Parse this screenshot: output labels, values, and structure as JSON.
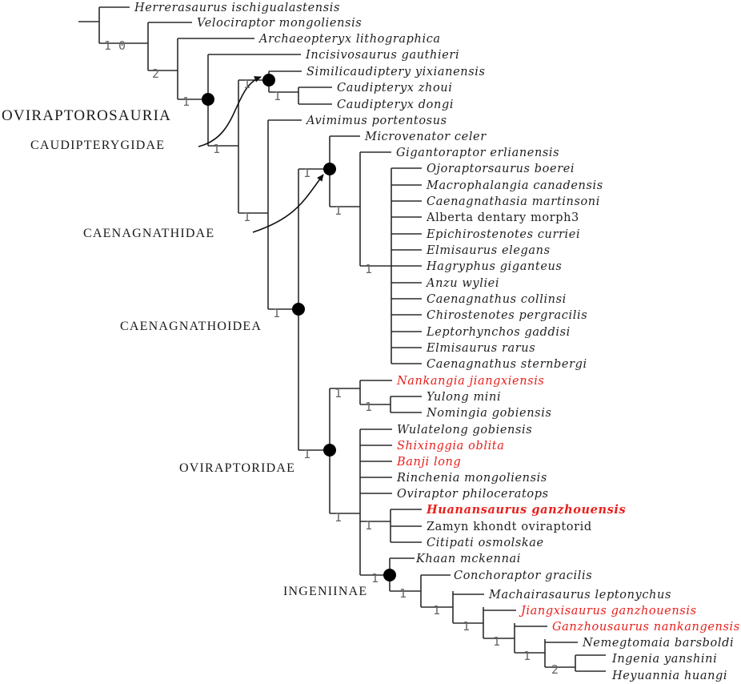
{
  "figure": {
    "type": "phylogenetic-tree",
    "colors": {
      "line": "#2b2b2b",
      "highlight": "#e8201c",
      "text": "#1e1e1e",
      "support": "#666666"
    }
  },
  "taxa": [
    {
      "id": "herrerasaurus",
      "label": "Herrerasaurus ischigualastensis",
      "italic": true,
      "color": "black"
    },
    {
      "id": "velociraptor",
      "label": "Velociraptor mongoliensis",
      "italic": true,
      "color": "black"
    },
    {
      "id": "archaeopteryx",
      "label": "Archaeopteryx lithographica",
      "italic": true,
      "color": "black"
    },
    {
      "id": "incisivosaurus",
      "label": "Incisivosaurus gauthieri",
      "italic": true,
      "color": "black"
    },
    {
      "id": "similicaudipteryx",
      "label": "Similicaudiptery yixianensis",
      "italic": true,
      "color": "black"
    },
    {
      "id": "caudipteryx-zhoui",
      "label": "Caudipteryx zhoui",
      "italic": true,
      "color": "black"
    },
    {
      "id": "caudipteryx-dongi",
      "label": "Caudipteryx dongi",
      "italic": true,
      "color": "black"
    },
    {
      "id": "avimimus",
      "label": "Avimimus portentosus",
      "italic": true,
      "color": "black"
    },
    {
      "id": "microvenator",
      "label": "Microvenator celer",
      "italic": true,
      "color": "black"
    },
    {
      "id": "gigantoraptor",
      "label": "Gigantoraptor erlianensis",
      "italic": true,
      "color": "black"
    },
    {
      "id": "ojoraptorsaurus",
      "label": "Ojoraptorsaurus boerei",
      "italic": true,
      "color": "black"
    },
    {
      "id": "macrophalangia",
      "label": "Macrophalangia canadensis",
      "italic": true,
      "color": "black"
    },
    {
      "id": "caenagnathasia",
      "label": "Caenagnathasia martinsoni",
      "italic": true,
      "color": "black"
    },
    {
      "id": "alberta-dentary",
      "label": "Alberta dentary morph3",
      "italic": false,
      "color": "black"
    },
    {
      "id": "epichirostenotes",
      "label": "Epichirostenotes curriei",
      "italic": true,
      "color": "black"
    },
    {
      "id": "elmisaurus-elegans",
      "label": "Elmisaurus elegans",
      "italic": true,
      "color": "black"
    },
    {
      "id": "hagryphus",
      "label": "Hagryphus giganteus",
      "italic": true,
      "color": "black"
    },
    {
      "id": "anzu",
      "label": "Anzu wyliei",
      "italic": true,
      "color": "black"
    },
    {
      "id": "caenagnathus-collinsi",
      "label": "Caenagnathus collinsi",
      "italic": true,
      "color": "black"
    },
    {
      "id": "chirostenotes",
      "label": "Chirostenotes pergracilis",
      "italic": true,
      "color": "black"
    },
    {
      "id": "leptorhynchos",
      "label": "Leptorhynchos gaddisi",
      "italic": true,
      "color": "black"
    },
    {
      "id": "elmisaurus-rarus",
      "label": "Elmisaurus rarus",
      "italic": true,
      "color": "black"
    },
    {
      "id": "caenagnathus-sternbergi",
      "label": "Caenagnathus sternbergi",
      "italic": true,
      "color": "black"
    },
    {
      "id": "nankangia",
      "label": "Nankangia jiangxiensis",
      "italic": true,
      "color": "red"
    },
    {
      "id": "yulong",
      "label": "Yulong mini",
      "italic": true,
      "color": "black"
    },
    {
      "id": "nomingia",
      "label": "Nomingia gobiensis",
      "italic": true,
      "color": "black"
    },
    {
      "id": "wulatelong",
      "label": "Wulatelong gobiensis",
      "italic": true,
      "color": "black"
    },
    {
      "id": "shixinggia",
      "label": "Shixinggia oblita",
      "italic": true,
      "color": "red"
    },
    {
      "id": "banji",
      "label": "Banji long",
      "italic": true,
      "color": "red"
    },
    {
      "id": "rinchenia",
      "label": "Rinchenia mongoliensis",
      "italic": true,
      "color": "black"
    },
    {
      "id": "oviraptor",
      "label": "Oviraptor philoceratops",
      "italic": true,
      "color": "black"
    },
    {
      "id": "huanansaurus",
      "label": "Huanansaurus ganzhouensis",
      "italic": true,
      "color": "red",
      "bold": true
    },
    {
      "id": "zamyn-khondt",
      "label": "Zamyn khondt oviraptorid",
      "italic": false,
      "color": "black"
    },
    {
      "id": "citipati",
      "label": "Citipati osmolskae",
      "italic": true,
      "color": "black"
    },
    {
      "id": "khaan",
      "label": "Khaan mckennai",
      "italic": true,
      "color": "black"
    },
    {
      "id": "conchoraptor",
      "label": "Conchoraptor gracilis",
      "italic": true,
      "color": "black"
    },
    {
      "id": "machairasaurus",
      "label": "Machairasaurus leptonychus",
      "italic": true,
      "color": "black"
    },
    {
      "id": "jiangxisaurus",
      "label": "Jiangxisaurus ganzhouensis",
      "italic": true,
      "color": "red"
    },
    {
      "id": "ganzhousaurus",
      "label": "Ganzhousaurus nankangensis",
      "italic": true,
      "color": "red"
    },
    {
      "id": "nemegtomaia",
      "label": "Nemegtomaia barsboldi",
      "italic": true,
      "color": "black"
    },
    {
      "id": "ingenia",
      "label": "Ingenia yanshini",
      "italic": true,
      "color": "black"
    },
    {
      "id": "heyuannia",
      "label": "Heyuannia huangi",
      "italic": true,
      "color": "black"
    }
  ],
  "clades": [
    {
      "id": "oviraptorosauria",
      "label": "OVIRAPTOROSAURIA"
    },
    {
      "id": "caudipterygidae",
      "label": "CAUDIPTERYGIDAE"
    },
    {
      "id": "caenagnathidae",
      "label": "CAENAGNATHIDAE"
    },
    {
      "id": "caenagnathoidea",
      "label": "CAENAGNATHOIDEA"
    },
    {
      "id": "oviraptoridae",
      "label": "OVIRAPTORIDAE"
    },
    {
      "id": "ingeniinae",
      "label": "INGENIINAE"
    }
  ],
  "support_values": {
    "root": "1 0",
    "velociraptor_plus": "2",
    "archaeopteryx_plus": "1",
    "caudipterygidae": "1",
    "caudipteryx_pair": "1",
    "caudipterygidae_plus": "1",
    "avimimus_plus": "1",
    "caenagnathidae": "1",
    "gigantoraptor_plus": "1",
    "caenagnathid_polytomy": "1",
    "caenagnathoidea": "1",
    "nankangia_group": "1",
    "yulong_nomingia": "1",
    "oviraptoridae": "1",
    "oviraptorine_group": "1",
    "huanansaurus_group": "1",
    "ingeniinae": "1",
    "conchoraptor_plus": "1",
    "machairasaurus_plus": "1",
    "jiangxisaurus_plus": "1",
    "ganzhousaurus_plus": "1",
    "nemegtomaia_plus": "1",
    "ingenia_heyuannia": "2"
  }
}
